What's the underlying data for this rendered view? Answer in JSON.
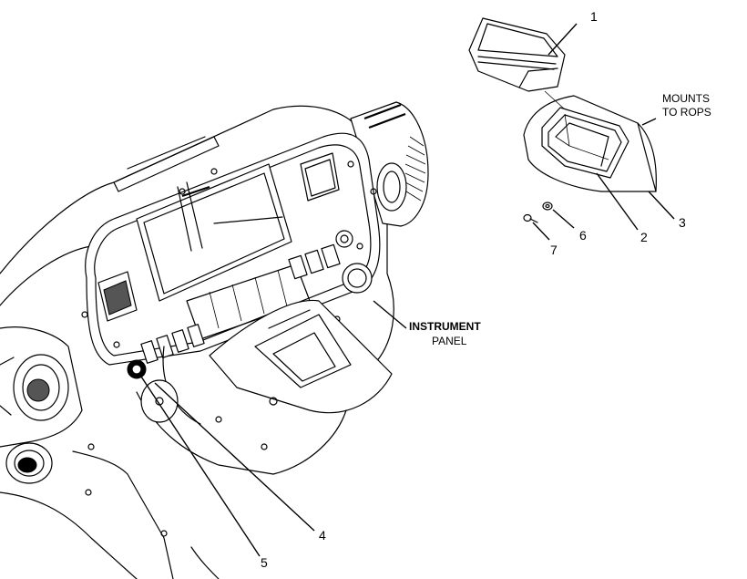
{
  "callouts": [
    "1",
    "2",
    "3",
    "4",
    "5",
    "6",
    "7"
  ],
  "labels": {
    "mounts_line1": "MOUNTS",
    "mounts_line2": "TO ROPS",
    "instrument_line1": "INSTRUMENT",
    "instrument_line2": "PANEL"
  }
}
